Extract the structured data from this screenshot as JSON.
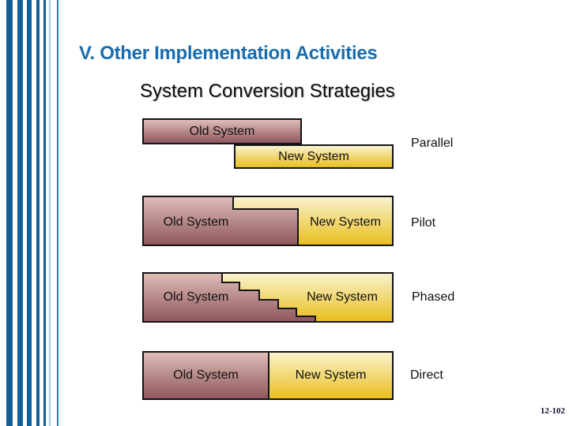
{
  "slide": {
    "title": "V. Other Implementation Activities",
    "subtitle": "System Conversion Strategies",
    "page_number": "12-102"
  },
  "diagram": {
    "strategies": [
      {
        "name": "Parallel",
        "old_label": "Old System",
        "new_label": "New System"
      },
      {
        "name": "Pilot",
        "old_label": "Old System",
        "new_label": "New System"
      },
      {
        "name": "Phased",
        "old_label": "Old System",
        "new_label": "New System"
      },
      {
        "name": "Direct",
        "old_label": "Old System",
        "new_label": "New System"
      }
    ]
  },
  "colors": {
    "title_blue": "#1a6cad",
    "stripe_blue": "#135f9b",
    "old_system_gradient_top": "#dfbcb8",
    "old_system_gradient_bottom": "#8f585d",
    "new_system_gradient_top": "#faf2cd",
    "new_system_gradient_bottom": "#e9bf1e",
    "outline_black": "#141414",
    "page_number_navy": "#101038"
  }
}
